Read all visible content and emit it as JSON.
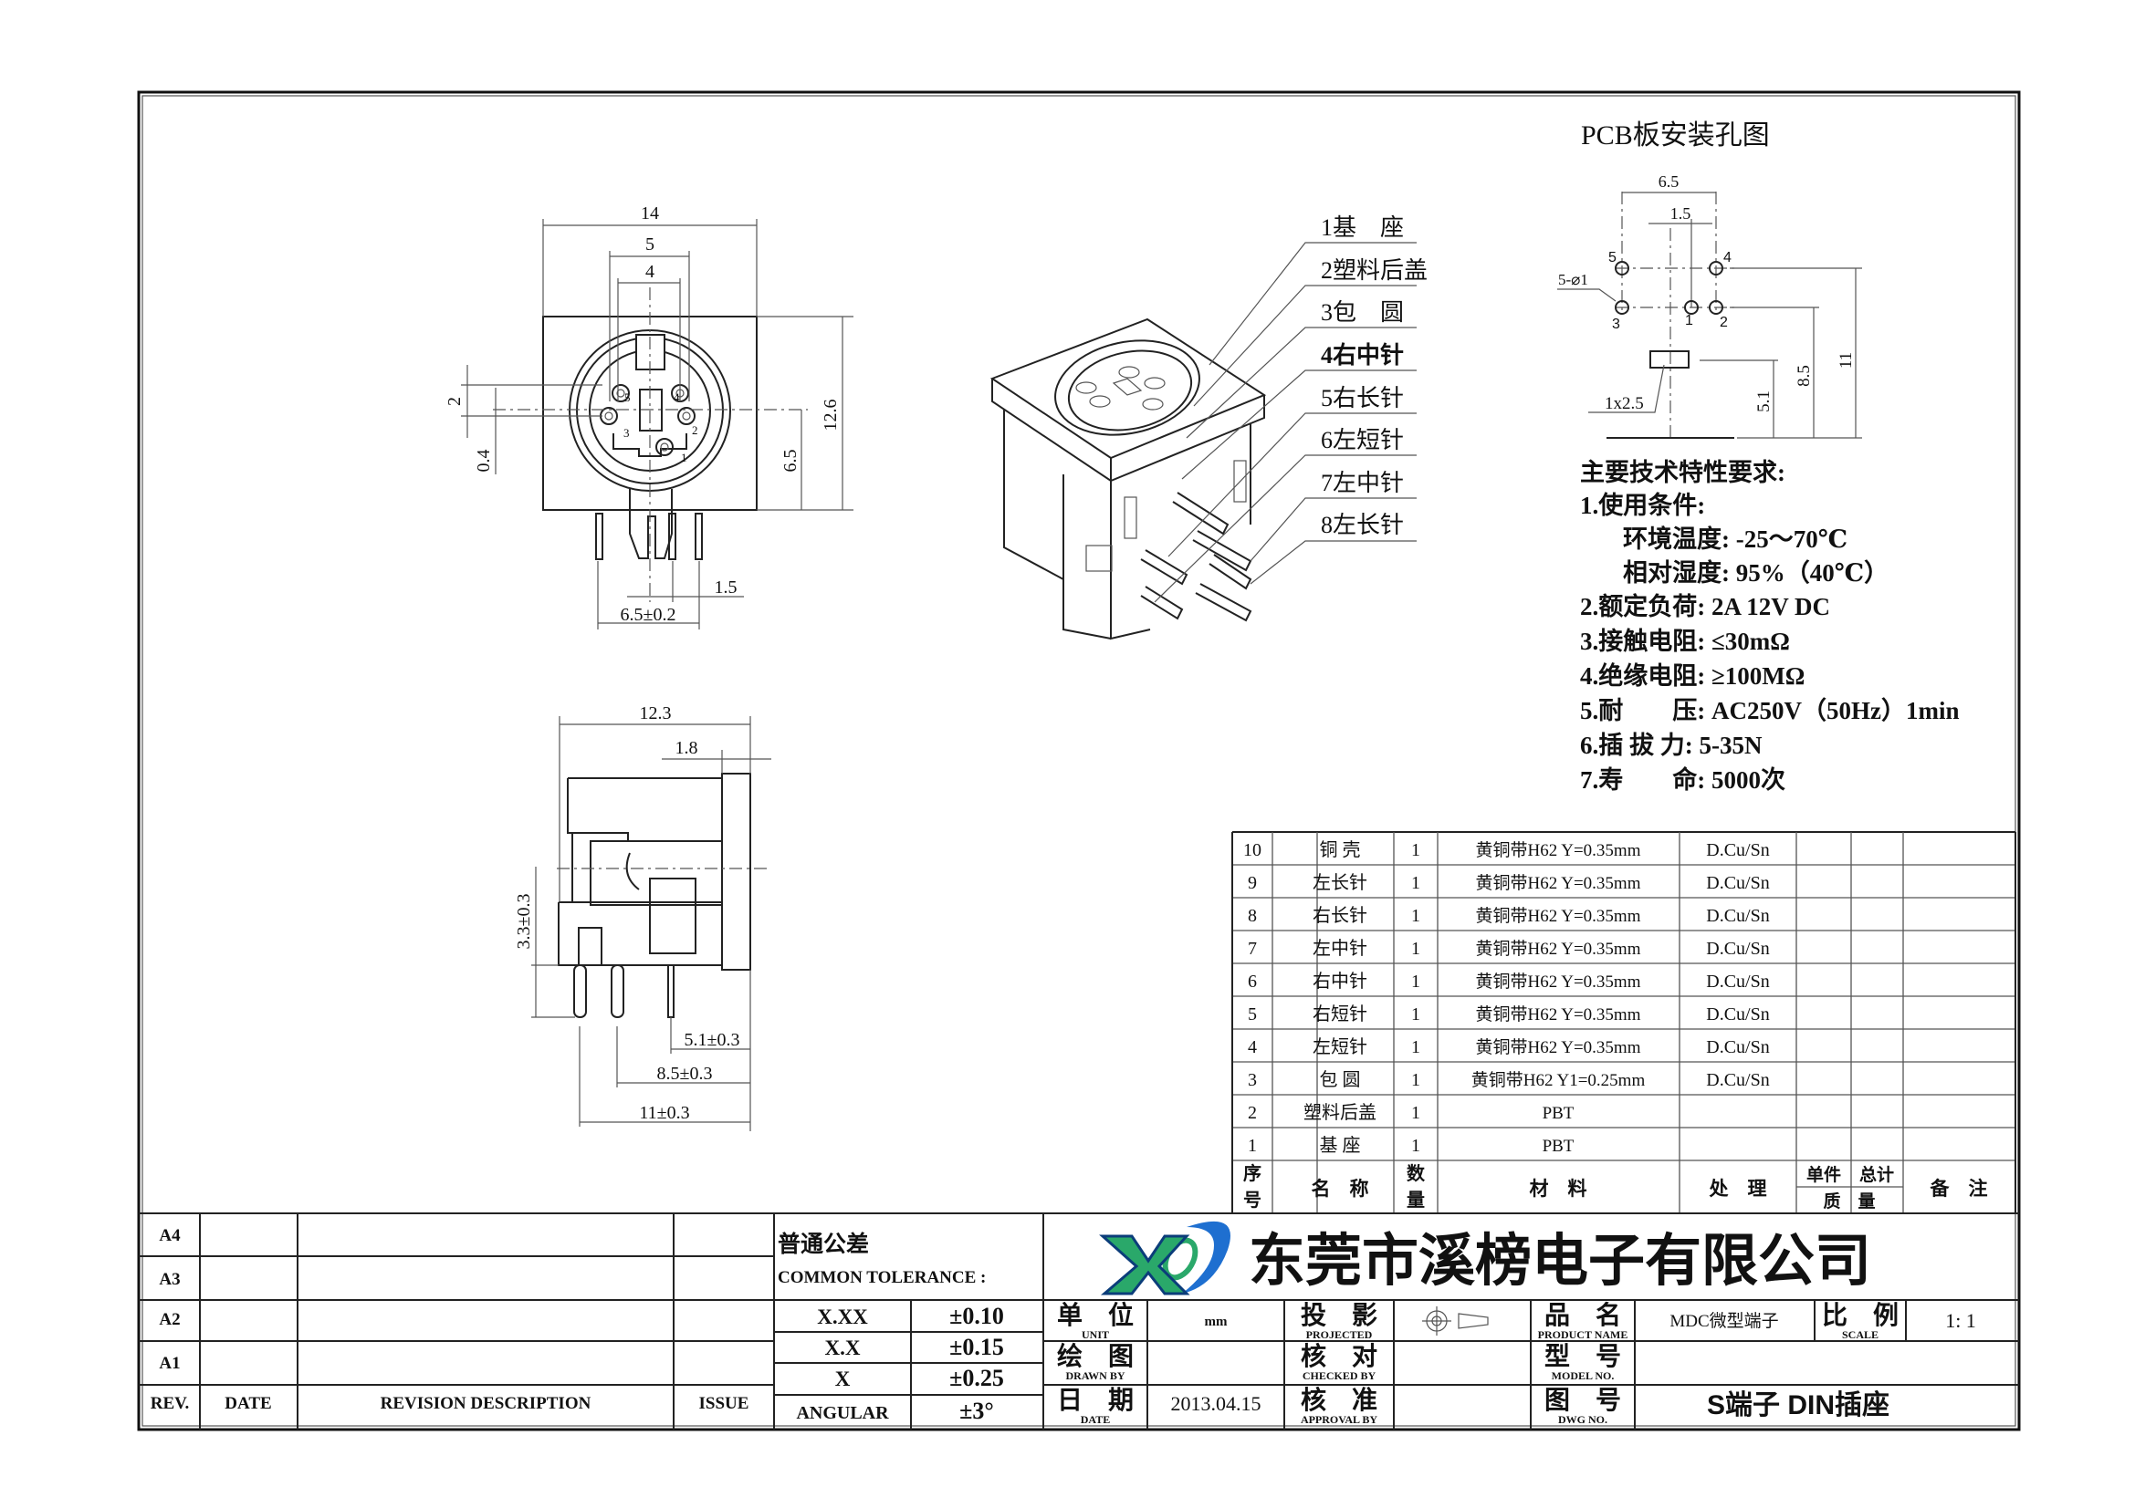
{
  "front_view": {
    "dims": {
      "width": "14",
      "d5": "5",
      "d4": "4",
      "height": "12.6",
      "center_h": "6.5",
      "d2": "2",
      "d04": "0.4",
      "pitch": "1.5",
      "leg_span": "6.5±0.2"
    },
    "pins": [
      "1",
      "2",
      "3",
      "4",
      "5"
    ]
  },
  "side_view": {
    "dims": {
      "depth": "12.3",
      "flange": "1.8",
      "leg": "3.3±0.3",
      "d51": "5.1±0.3",
      "d85": "8.5±0.3",
      "d11": "11±0.3"
    }
  },
  "iso_view": {
    "callouts": [
      "1基　座",
      "2塑料后盖",
      "3包　圆",
      "4右中针",
      "5右长针",
      "6左短针",
      "7左中针",
      "8左长针"
    ]
  },
  "pcb": {
    "title": "PCB板安装孔图",
    "dims": {
      "w": "6.5",
      "pitch": "1.5",
      "holes": "5-⌀1",
      "slot": "1x2.5",
      "h51": "5.1",
      "h85": "8.5",
      "h11": "11"
    },
    "hole_labels": [
      "1",
      "2",
      "3",
      "4",
      "5"
    ]
  },
  "specs": {
    "title": "主要技术特性要求:",
    "lines": [
      "1.使用条件:",
      "环境温度: -25～70℃",
      "相对湿度: 95%（40℃）",
      "2.额定负荷: 2A 12V DC",
      "3.接触电阻: ≤30mΩ",
      "4.绝缘电阻: ≥100MΩ",
      "5.耐　　压: AC250V（50Hz）1min",
      "6.插 拔 力: 5-35N",
      "7.寿　　命: 5000次"
    ]
  },
  "bom": {
    "rows": [
      {
        "no": "10",
        "name": "铜 壳",
        "qty": "1",
        "material": "黄铜带H62 Y=0.35mm",
        "finish": "D.Cu/Sn"
      },
      {
        "no": "9",
        "name": "左长针",
        "qty": "1",
        "material": "黄铜带H62 Y=0.35mm",
        "finish": "D.Cu/Sn"
      },
      {
        "no": "8",
        "name": "右长针",
        "qty": "1",
        "material": "黄铜带H62 Y=0.35mm",
        "finish": "D.Cu/Sn"
      },
      {
        "no": "7",
        "name": "左中针",
        "qty": "1",
        "material": "黄铜带H62 Y=0.35mm",
        "finish": "D.Cu/Sn"
      },
      {
        "no": "6",
        "name": "右中针",
        "qty": "1",
        "material": "黄铜带H62 Y=0.35mm",
        "finish": "D.Cu/Sn"
      },
      {
        "no": "5",
        "name": "右短针",
        "qty": "1",
        "material": "黄铜带H62 Y=0.35mm",
        "finish": "D.Cu/Sn"
      },
      {
        "no": "4",
        "name": "左短针",
        "qty": "1",
        "material": "黄铜带H62 Y=0.35mm",
        "finish": "D.Cu/Sn"
      },
      {
        "no": "3",
        "name": "包 圆",
        "qty": "1",
        "material": "黄铜带H62 Y1=0.25mm",
        "finish": "D.Cu/Sn"
      },
      {
        "no": "2",
        "name": "塑料后盖",
        "qty": "1",
        "material": "PBT",
        "finish": ""
      },
      {
        "no": "1",
        "name": "基 座",
        "qty": "1",
        "material": "PBT",
        "finish": ""
      }
    ],
    "header": {
      "no_1": "序",
      "no_2": "号",
      "name": "名　称",
      "qty_1": "数",
      "qty_2": "量",
      "material": "材　料",
      "finish": "处　理",
      "unit": "单件",
      "total": "总计",
      "mass": "质　量",
      "remark": "备　注"
    }
  },
  "revisions": {
    "rows": [
      "A4",
      "A3",
      "A2",
      "A1"
    ],
    "header": {
      "rev": "REV.",
      "date": "DATE",
      "desc": "REVISION  DESCRIPTION",
      "issue": "ISSUE"
    }
  },
  "tolerance": {
    "title_cn": "普通公差",
    "title_en": "COMMON TOLERANCE :",
    "rows": [
      {
        "k": "X.XX",
        "v": "±0.10"
      },
      {
        "k": "X.X",
        "v": "±0.15"
      },
      {
        "k": "X",
        "v": "±0.25"
      },
      {
        "k": "ANGULAR",
        "v": "±3°"
      }
    ]
  },
  "company": {
    "name": "东莞市溪榜电子有限公司",
    "logo_colors": [
      "#1e6fd0",
      "#2aa86a",
      "#0b3d7a"
    ]
  },
  "title_block": {
    "unit_cn": "单　位",
    "unit_en": "UNIT",
    "unit_val": "mm",
    "proj_cn": "投　影",
    "proj_en": "PROJECTED",
    "pname_cn": "品　名",
    "pname_en": "PRODUCT NAME",
    "pname_val": "MDC微型端子",
    "scale_cn": "比　例",
    "scale_en": "SCALE",
    "scale_val": "1: 1",
    "drawn_cn": "绘　图",
    "drawn_en": "DRAWN BY",
    "checked_cn": "核　对",
    "checked_en": "CHECKED BY",
    "model_cn": "型　号",
    "model_en": "MODEL NO.",
    "date_cn": "日　期",
    "date_en": "DATE",
    "date_val": "2013.04.15",
    "approval_cn": "核　准",
    "approval_en": "APPROVAL BY",
    "dwg_cn": "图　号",
    "dwg_en": "DWG NO.",
    "dwg_val": "S端子 DIN插座"
  }
}
